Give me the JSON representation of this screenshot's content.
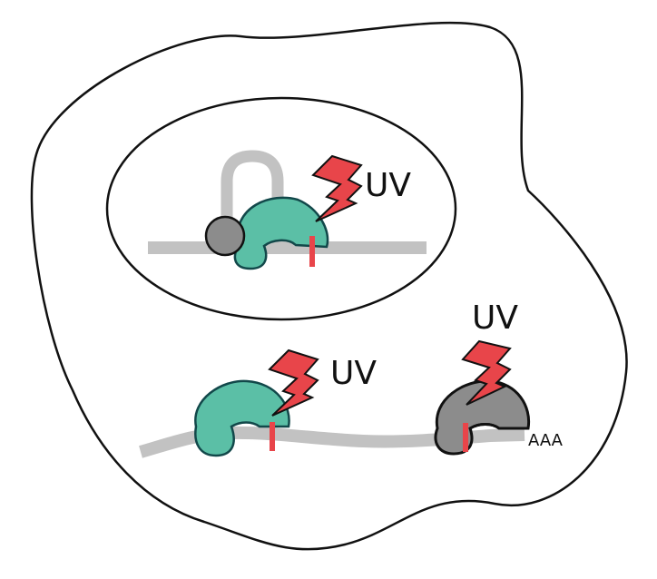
{
  "labels": {
    "uv_nucleus": "UV",
    "uv_cytoplasm_green": "UV",
    "uv_cytoplasm_gray": "UV",
    "polya_tail": "AAA"
  },
  "colors": {
    "background": "#ffffff",
    "outline": "#111111",
    "strand": "#c2c2c2",
    "protein_green": "#5bbfa6",
    "protein_green_outline": "#12484a",
    "protein_gray": "#8c8c8c",
    "crosslink_mark": "#e8454a",
    "lightning": "#e8454a"
  },
  "icons": {
    "cell": "cell-outline",
    "nucleus": "nucleus-outline",
    "bolt": "lightning-bolt-icon",
    "protein": "rna-binding-protein-icon",
    "complex": "round-complex-icon"
  }
}
